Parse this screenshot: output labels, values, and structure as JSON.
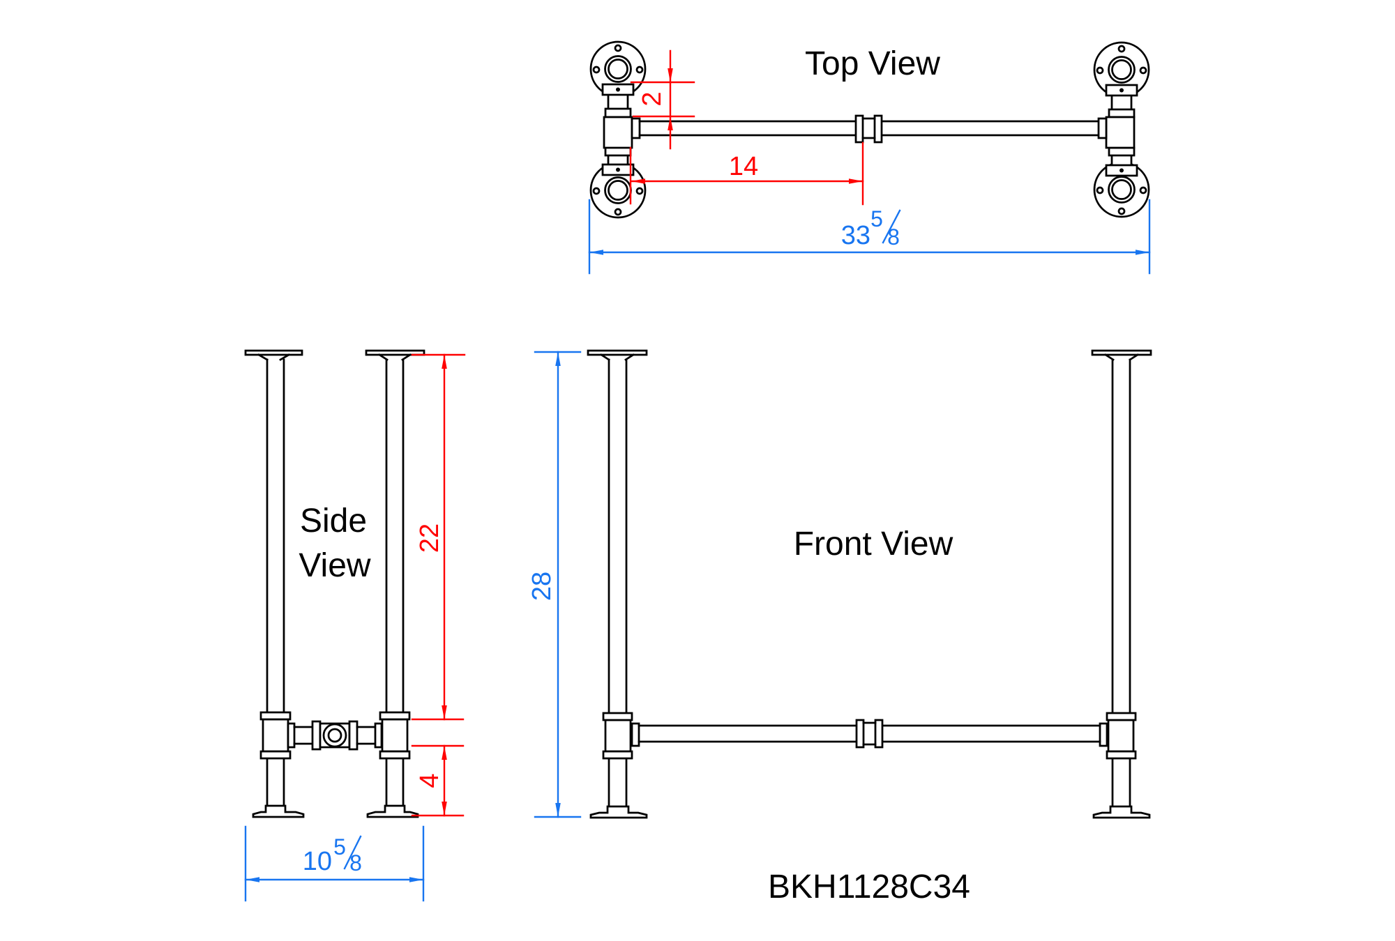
{
  "part_number": "BKH1128C34",
  "views": {
    "top": {
      "title": "Top View"
    },
    "front": {
      "title": "Front View"
    },
    "side": {
      "title_line1": "Side",
      "title_line2": "View"
    }
  },
  "dims": {
    "pipe_offset": "2",
    "tee_to_coupling": "14",
    "overall_width_whole": "33",
    "overall_width_num": "5",
    "overall_width_den": "8",
    "upper_leg_height": "22",
    "foot_height": "4",
    "overall_height": "28",
    "depth_whole": "10",
    "depth_num": "5",
    "depth_den": "8"
  },
  "colors": {
    "red": "#FF0000",
    "blue": "#1875F0",
    "black": "#000000",
    "background": "#FFFFFF"
  }
}
